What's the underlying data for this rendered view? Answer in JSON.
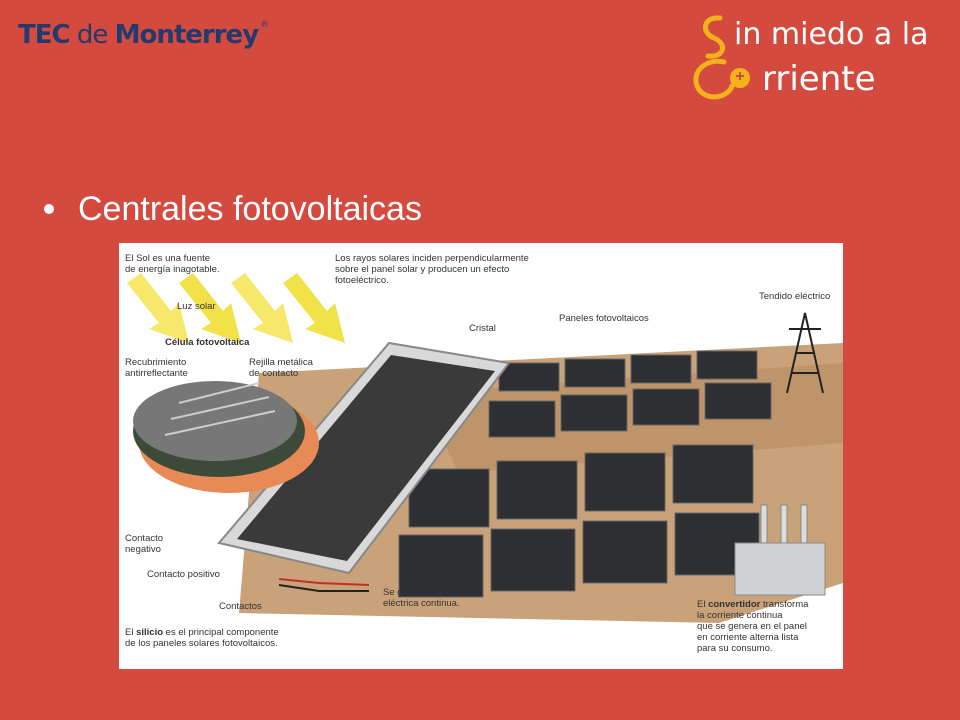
{
  "header": {
    "logo_left": {
      "part1": "TEC",
      "part2": " de ",
      "part3": "Monterrey",
      "mark": "®"
    },
    "brand": {
      "line1": "in miedo a la",
      "line2": "rriente"
    }
  },
  "slide": {
    "bullet": "Centrales fotovoltaicas"
  },
  "diagram": {
    "labels": {
      "sol": "El Sol es una fuente\nde energía inagotable.",
      "rayos": "Los rayos solares inciden perpendicularmente\nsobre el panel solar y producen un efecto\nfotoeléctrico.",
      "luz": "Luz solar",
      "celula": "Célula fotovoltaica",
      "cristal": "Cristal",
      "paneles": "Paneles fotovoltaicos",
      "tendido": "Tendido eléctrico",
      "recubrimiento": "Recubrimiento\nantirreflectante",
      "rejilla": "Rejilla metálica\nde contacto",
      "contacto_neg": "Contacto\nnegativo",
      "contacto_pos": "Contacto positivo",
      "contactos": "Contactos",
      "corriente": "Se genera corriente\neléctrica continua.",
      "silicio_pre": "El ",
      "silicio_bold": "silicio",
      "silicio_post": " es el principal componente\nde los paneles solares fotovoltaicos.",
      "convertidor_pre": "El ",
      "convertidor_bold": "convertidor",
      "convertidor_post": " transforma\nla corriente continua\nque se genera en el panel\nen corriente alterna lista\npara su consumo."
    }
  },
  "colors": {
    "background": "#d54a3e",
    "tec_blue": "#233a6e",
    "brand_yellow": "#f2b21b"
  }
}
